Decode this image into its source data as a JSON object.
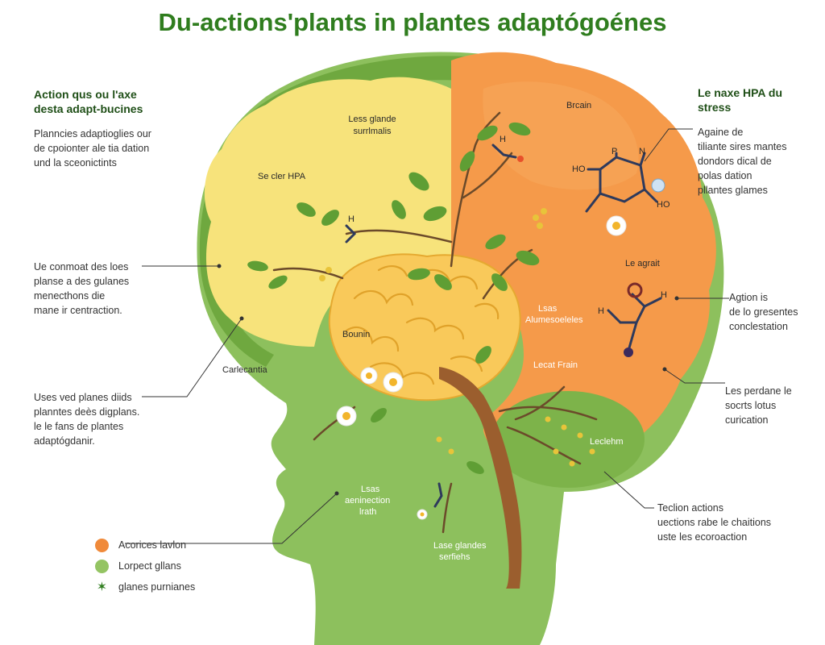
{
  "title": "Du-actions'plants in plantes adaptógoénes",
  "left": {
    "heading": [
      "Action qus ou l'axe",
      "desta adapt-bucines"
    ],
    "note1": [
      "Planncies adaptioglies our",
      "de cpoionter ale tia dation",
      "und la sceonictints"
    ],
    "note2": [
      "Ue conmoat des loes",
      "planse a des gulanes",
      "menecthons die",
      "mane ir centraction."
    ],
    "note3": [
      "Uses ved planes diids",
      "planntes deès digplans.",
      "le le fans de plantes",
      "adaptógdanir."
    ]
  },
  "right": {
    "heading": [
      "Le naxe HPA du",
      "stress"
    ],
    "note1": [
      "Againe de",
      "tiliante sires mantes",
      "dondors dical de",
      "polas dation",
      "pllantes glames"
    ],
    "note2": [
      "Agtion is",
      "de lo gresentes",
      "conclestation"
    ],
    "note3": [
      "Les perdane le",
      "socrts lotus",
      "curication"
    ],
    "note4": [
      "Teclion actions",
      "uections rabe le chaitions",
      "uste  les ecoroaction"
    ]
  },
  "diagram_labels": {
    "glands_top": [
      "Less glande",
      "surrlmalis"
    ],
    "hpa": "Se cler HPA",
    "brain_right": "Brcain",
    "le_agrait": "Le agrait",
    "brain_center": "Bounin",
    "center_right": [
      "Lsas",
      "Alumesoeleles"
    ],
    "lecat_frain": "Lecat Frain",
    "leclehm": "Leclehm",
    "cortex": "Carlecantia",
    "neck_lower": [
      "Lsas",
      "aeninection",
      "lrath"
    ],
    "glandes_bottom": [
      "Lase glandes",
      "serfiehs"
    ]
  },
  "molecule_atoms": {
    "top1": "P",
    "top2": "N",
    "ho1": "HO",
    "ho2": "HO",
    "small1": "H",
    "small2": "H",
    "small3": "H",
    "small4": "H"
  },
  "legend": [
    {
      "label": "Acorices lavlon",
      "color": "#f08a3a",
      "kind": "dot"
    },
    {
      "label": "Lorpect gllans",
      "color": "#94c463",
      "kind": "dot"
    },
    {
      "label": "glanes purnianes",
      "color": "#2f7d1e",
      "kind": "star",
      "glyph": "✶"
    }
  ],
  "colors": {
    "title_green": "#2f7d1e",
    "head_green": "#94c463",
    "hemisphere_yellow": "#f7e37b",
    "hemisphere_orange": "#f59a4a",
    "brain_core": "#f9c95a",
    "trunk_brown": "#9b5e2e"
  }
}
